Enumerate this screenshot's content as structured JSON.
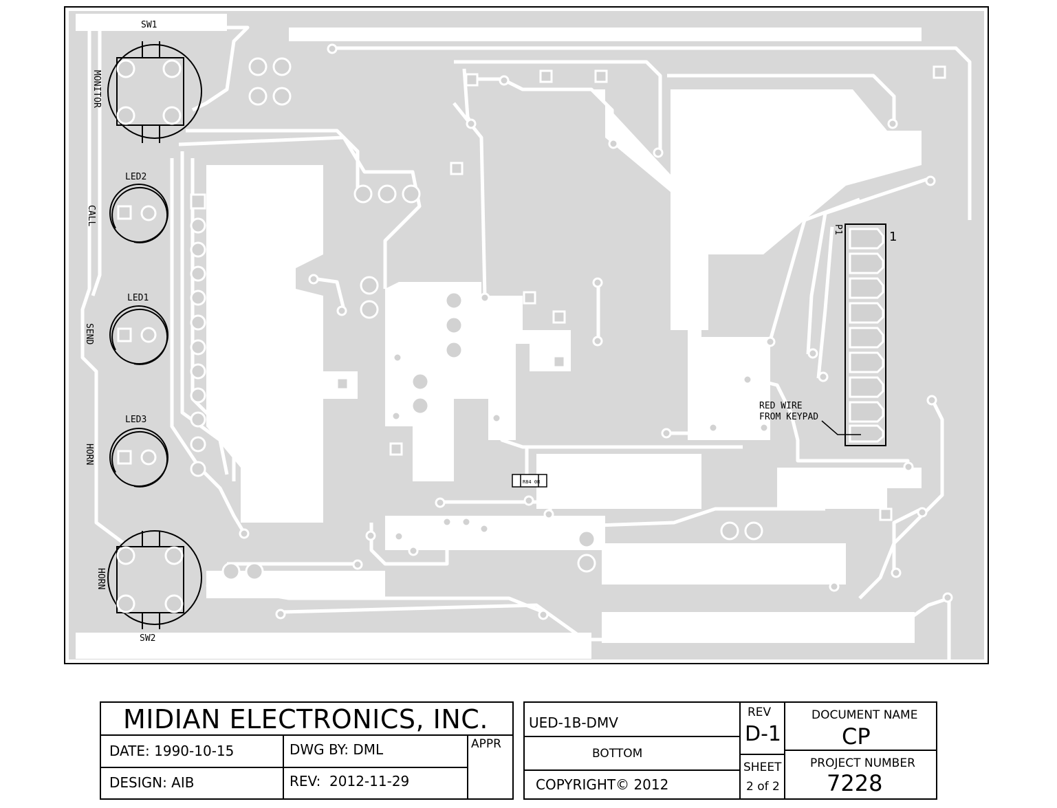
{
  "board": {
    "components": {
      "sw1": "SW1",
      "sw2": "SW2",
      "led1": "LED1",
      "led2": "LED2",
      "led3": "LED3",
      "p1": "P1",
      "p1_pin1": "1",
      "r": "R84 0R"
    },
    "side_labels": {
      "monitor": "MONITOR",
      "call": "CALL",
      "send": "SEND",
      "horn1": "HORN",
      "horn2": "HORN"
    },
    "note": [
      "RED WIRE",
      "FROM KEYPAD"
    ],
    "colors": {
      "copper": "#d2d2d2",
      "background": "#ffffff",
      "silkscreen": "#000000"
    }
  },
  "title_block": {
    "company": "MIDIAN ELECTRONICS, INC.",
    "date": "DATE: 1990-10-15",
    "dwg_by": "DWG BY: DML",
    "appr": "APPR",
    "design": "DESIGN: AIB",
    "rev_date": "REV:  2012-11-29",
    "part": "UED-1B-DMV",
    "side": "BOTTOM",
    "copyright": "COPYRIGHT© 2012",
    "rev_label": "REV",
    "rev_value": "D-1",
    "sheet_label": "SHEET",
    "sheet_value": "2 of 2",
    "doc_name_label": "DOCUMENT NAME",
    "doc_name_value": "CP",
    "project_label": "PROJECT NUMBER",
    "project_value": "7228"
  }
}
